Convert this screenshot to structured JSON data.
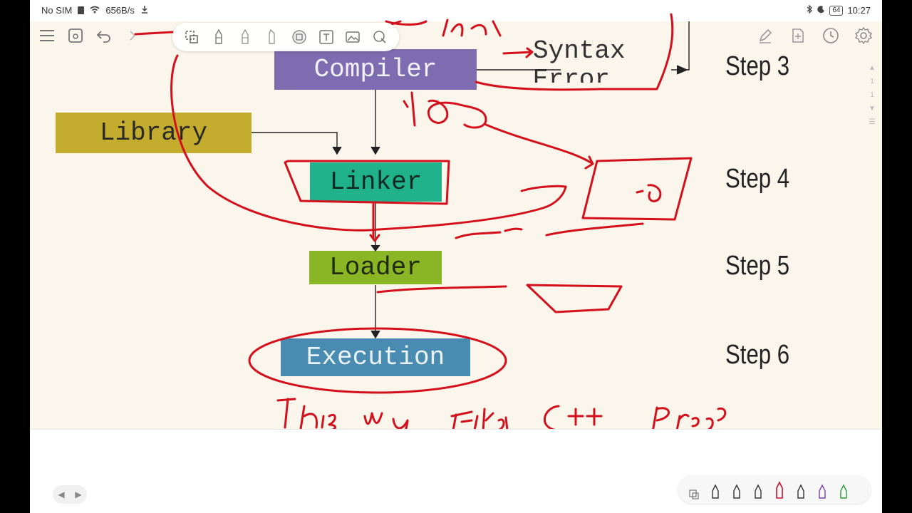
{
  "status_bar": {
    "carrier": "No SIM",
    "network_speed": "656B/s",
    "battery": "64",
    "time": "10:27"
  },
  "toolbar": {
    "left_icons": [
      "menu-icon",
      "read-mode-icon",
      "undo-icon",
      "redo-icon"
    ],
    "pen_tools": [
      "lasso-icon",
      "pen-icon",
      "pencil-icon",
      "marker-icon",
      "eraser-icon",
      "text-icon",
      "image-icon",
      "shape-icon"
    ],
    "right_icons": [
      "pen-edit-icon",
      "add-page-icon",
      "history-icon",
      "settings-icon"
    ]
  },
  "diagram": {
    "compiler": "Compiler",
    "library": "Library",
    "linker": "Linker",
    "loader": "Loader",
    "execution": "Execution",
    "syntax_line1": "Syntax",
    "syntax_line2": "Error",
    "steps": {
      "s3": "Step 3",
      "s4": "Step 4",
      "s5": "Step 5",
      "s6": "Step 6"
    }
  },
  "page_indicator": {
    "current": "1",
    "total": "1"
  },
  "ink_color": "#d4101c",
  "pen_tray": {
    "colors": [
      "#333333",
      "#333333",
      "#333333",
      "#c8102e",
      "#333333",
      "#7b3fb5",
      "#2e9b3a"
    ]
  }
}
